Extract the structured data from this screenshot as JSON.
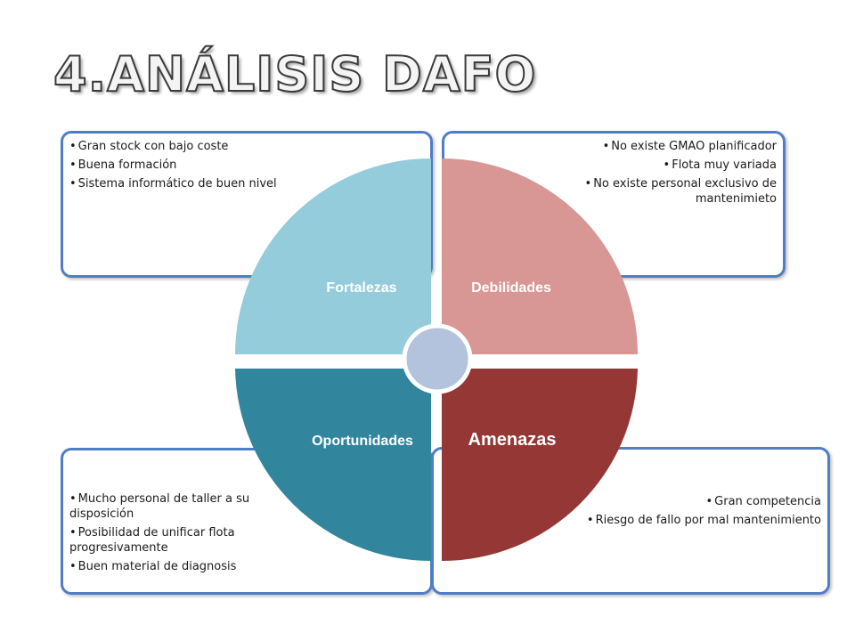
{
  "title": "4.ANÁLISIS DAFO",
  "colors": {
    "fortalezas": "#94ccdc",
    "debilidades": "#d89694",
    "oportunidades": "#31859c",
    "amenazas": "#953735",
    "center": "#b3c3dd",
    "box_border": "#4f7dc6"
  },
  "quadrants": {
    "fortalezas": {
      "label": "Fortalezas",
      "items": [
        "Gran stock con bajo coste",
        "Buena formación",
        "Sistema informático de buen nivel"
      ]
    },
    "debilidades": {
      "label": "Debilidades",
      "items": [
        "No existe GMAO planificador",
        "Flota muy variada",
        "No existe personal exclusivo de mantenimieto"
      ]
    },
    "oportunidades": {
      "label": "Oportunidades",
      "items": [
        "Mucho personal de taller a su disposición",
        "Posibilidad de unificar flota progresivamente",
        "Buen material de diagnosis"
      ]
    },
    "amenazas": {
      "label": "Amenazas",
      "items": [
        "Gran competencia",
        "Riesgo de fallo por mal mantenimiento"
      ]
    }
  }
}
